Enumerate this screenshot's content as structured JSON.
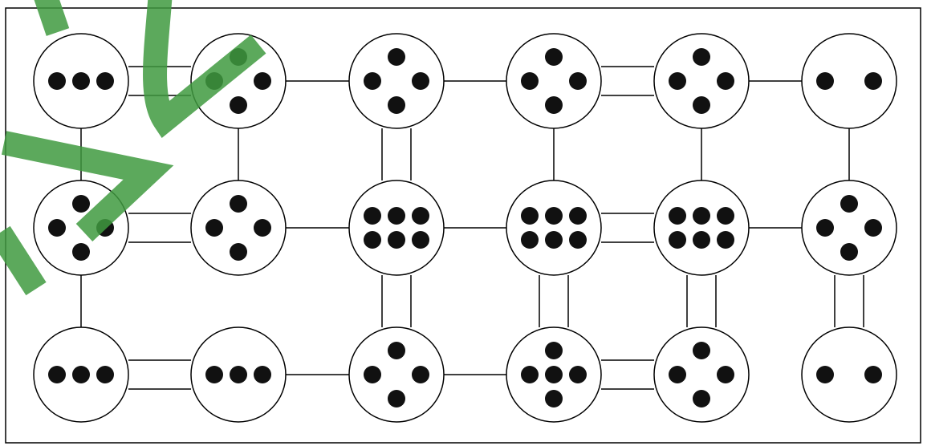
{
  "puzzle": {
    "type": "hashiwokakero",
    "rows": 3,
    "cols": 6,
    "islands": [
      [
        3,
        4,
        4,
        4,
        4,
        2
      ],
      [
        4,
        4,
        6,
        6,
        6,
        4
      ],
      [
        3,
        3,
        4,
        5,
        4,
        2
      ]
    ],
    "horizontal_bridges": [
      [
        2,
        1,
        1,
        2,
        1
      ],
      [
        2,
        1,
        1,
        2,
        1
      ],
      [
        2,
        1,
        1,
        2,
        0
      ]
    ],
    "vertical_bridges": [
      [
        1,
        1,
        2,
        1,
        1,
        1
      ],
      [
        1,
        0,
        2,
        2,
        2,
        2
      ]
    ]
  },
  "colors": {
    "line": "#000000",
    "dot": "#111111",
    "island_fill": "#ffffff",
    "watermark": "#3f9a3f"
  }
}
